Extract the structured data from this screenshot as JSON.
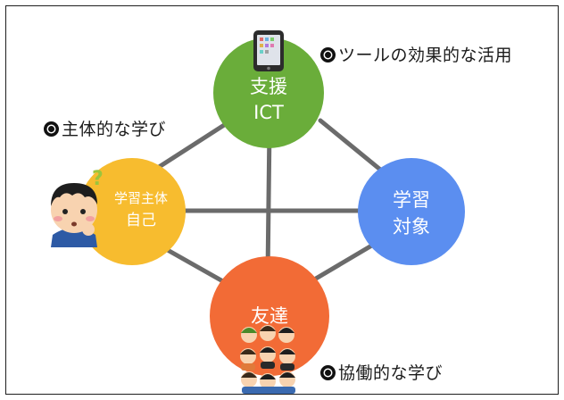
{
  "nodes": {
    "top": {
      "line1": "支援",
      "line2": "ICT",
      "color": "#6aad3a"
    },
    "left": {
      "line1": "学習主体",
      "line2": "自己",
      "color": "#f7bc2f"
    },
    "right": {
      "line1": "学習",
      "line2": "対象",
      "color": "#5b8ef0"
    },
    "bottom": {
      "line1": "友達",
      "line2": "",
      "color": "#f26b36"
    }
  },
  "annotations": {
    "tool": "ツールの効果的な活用",
    "subject": "主体的な学び",
    "collab": "協働的な学び"
  },
  "colors": {
    "connector": "#6b6b6b",
    "frame": "#1f1f1f"
  },
  "icons": {
    "tablet": "tablet-icon",
    "thinking_boy": "thinking-boy-icon",
    "group": "group-of-children-icon"
  }
}
